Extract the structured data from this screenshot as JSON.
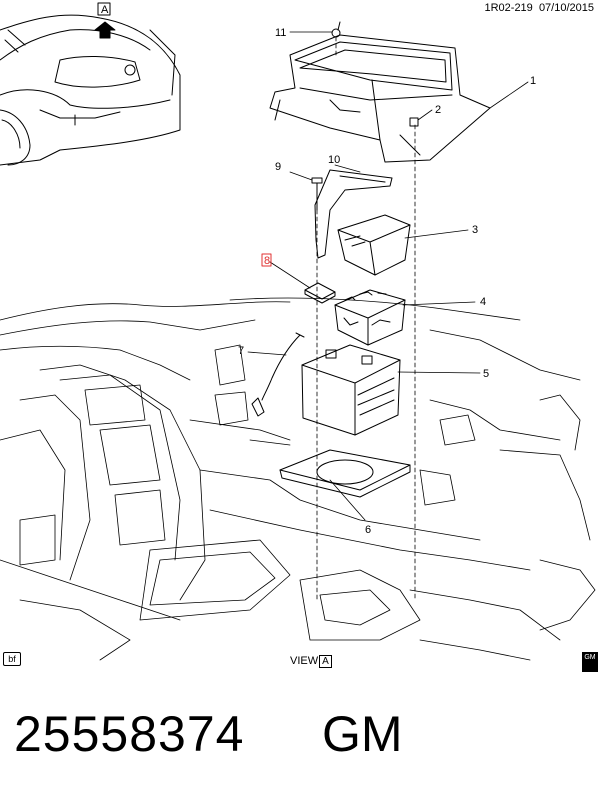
{
  "header": {
    "ref_code": "1R02-219",
    "date": "07/10/2015"
  },
  "view_marker": {
    "letter": "A"
  },
  "callouts": [
    "1",
    "2",
    "3",
    "4",
    "5",
    "6",
    "7",
    "8",
    "9",
    "10",
    "11"
  ],
  "highlighted_callout": "8",
  "footer": {
    "bf_badge": "bf",
    "view_label": "VIEW",
    "view_letter": "A",
    "gm_logo": "GM"
  },
  "part": {
    "number": "25558374",
    "brand": "GM"
  },
  "colors": {
    "line": "#000000",
    "highlight": "#e03030",
    "background": "#ffffff"
  }
}
